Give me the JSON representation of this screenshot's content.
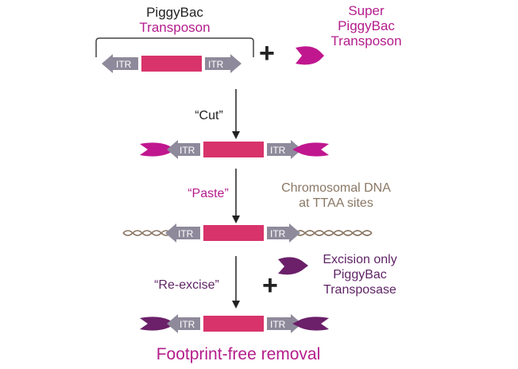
{
  "top": {
    "title_line1": "PiggyBac",
    "title_line2": "Transposon",
    "super_line1": "Super",
    "super_line2": "PiggyBac",
    "super_line3": "Transposon"
  },
  "itr_label": "ITR",
  "steps": {
    "cut": "“Cut”",
    "paste": "“Paste”",
    "reexcise": "“Re-excise”"
  },
  "chromosomal": {
    "line1": "Chromosomal DNA",
    "line2": "at TTAA sites"
  },
  "excision": {
    "line1": "Excision only",
    "line2": "PiggyBac",
    "line3": "Transposase"
  },
  "plus_sign": "+",
  "footer": "Footprint-free removal",
  "colors": {
    "magenta": "#c0178f",
    "magenta_text": "#b41d8c",
    "purple": "#6b2069",
    "purple_text": "#5f2466",
    "insert_red": "#d8336a",
    "itr_gray": "#8e8a9b",
    "dna_brown": "#8a7765",
    "text_dark": "#222222"
  }
}
